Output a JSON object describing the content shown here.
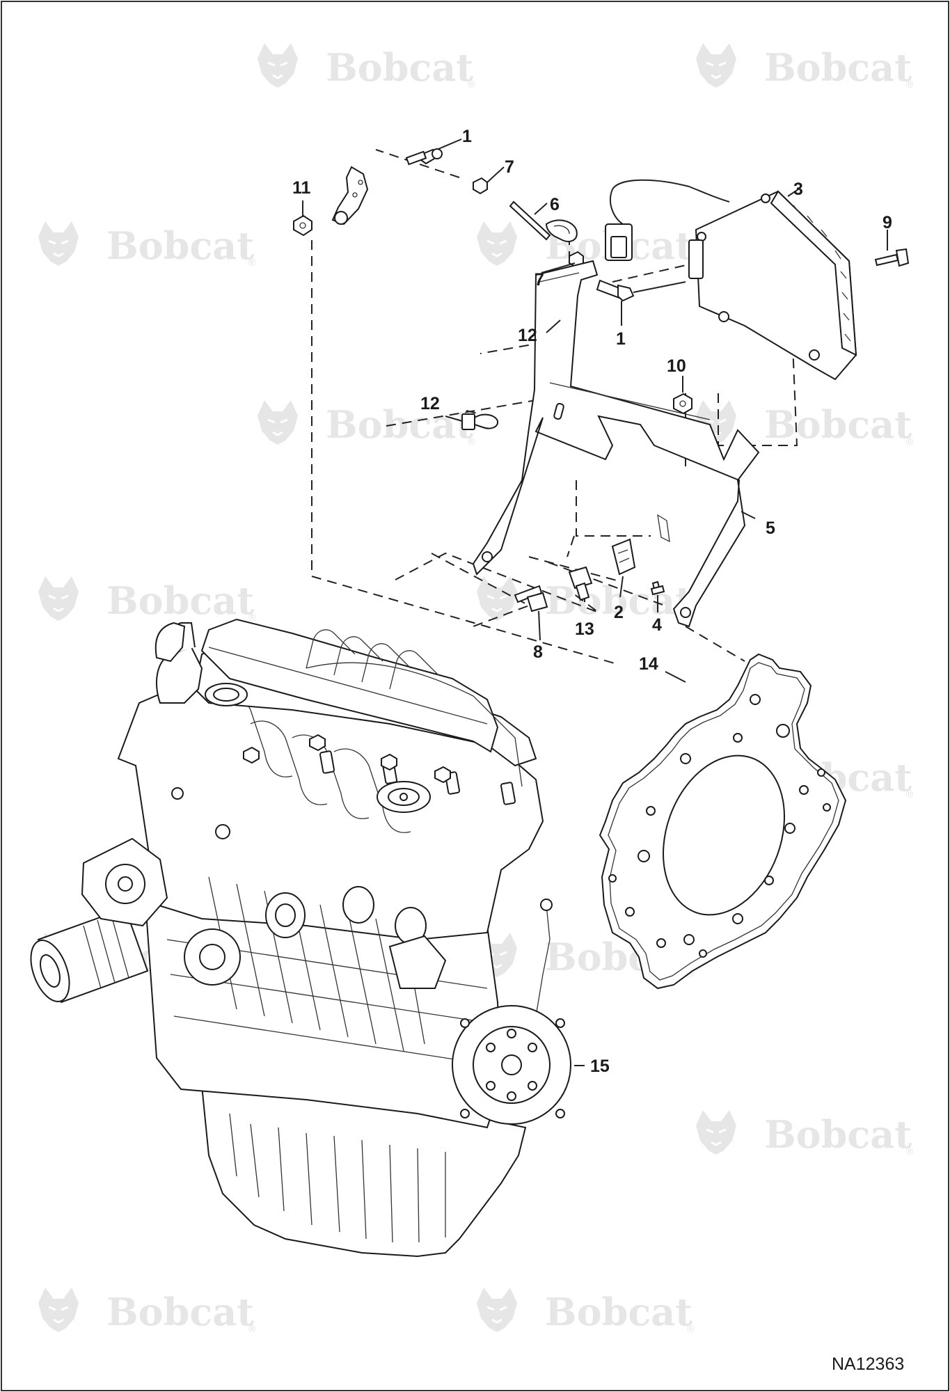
{
  "watermark": {
    "brand": "Bobcat",
    "reg_mark": "®"
  },
  "callouts": [
    {
      "id": "c-1a",
      "label": "1"
    },
    {
      "id": "c-7a",
      "label": "7"
    },
    {
      "id": "c-6",
      "label": "6"
    },
    {
      "id": "c-7b",
      "label": "7"
    },
    {
      "id": "c-1b",
      "label": "1"
    },
    {
      "id": "c-11",
      "label": "11"
    },
    {
      "id": "c-3",
      "label": "3"
    },
    {
      "id": "c-9",
      "label": "9"
    },
    {
      "id": "c-12a",
      "label": "12"
    },
    {
      "id": "c-10",
      "label": "10"
    },
    {
      "id": "c-12b",
      "label": "12"
    },
    {
      "id": "c-5",
      "label": "5"
    },
    {
      "id": "c-2",
      "label": "2"
    },
    {
      "id": "c-4",
      "label": "4"
    },
    {
      "id": "c-13",
      "label": "13"
    },
    {
      "id": "c-8",
      "label": "8"
    },
    {
      "id": "c-14",
      "label": "14"
    },
    {
      "id": "c-15",
      "label": "15"
    }
  ],
  "figure_id": "NA12363"
}
